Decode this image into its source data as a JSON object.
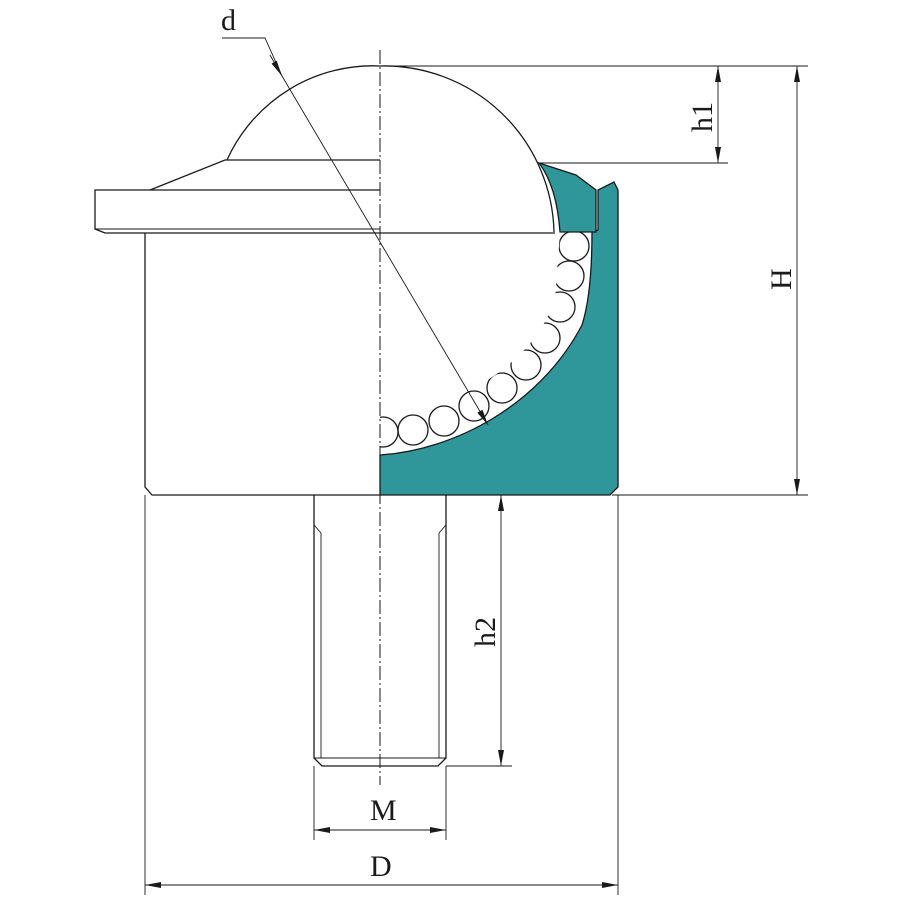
{
  "labels": {
    "d": "d",
    "h1": "h1",
    "H": "H",
    "h2": "h2",
    "M": "M",
    "D": "D"
  },
  "colors": {
    "section_fill": "#2f969a",
    "line": "#1a1a1a",
    "background": "#ffffff"
  }
}
